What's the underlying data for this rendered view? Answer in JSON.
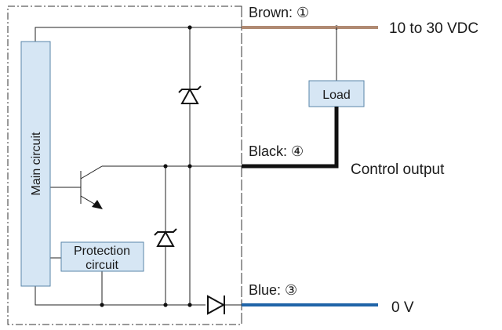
{
  "diagram": {
    "main_circuit_label": "Main circuit",
    "protection_line1": "Protection",
    "protection_line2": "circuit",
    "load_label": "Load",
    "wires": {
      "brown": {
        "label": "Brown: ①",
        "color": "#b08a72"
      },
      "black": {
        "label": "Black: ④",
        "color": "#111111"
      },
      "blue": {
        "label": "Blue: ③",
        "color": "#1f64a8"
      }
    },
    "supply_label": "10 to 30 VDC",
    "control_output_label": "Control output",
    "ground_label": "0 V",
    "block_fill": "#d6e6f4",
    "block_stroke": "#5a86aa"
  }
}
